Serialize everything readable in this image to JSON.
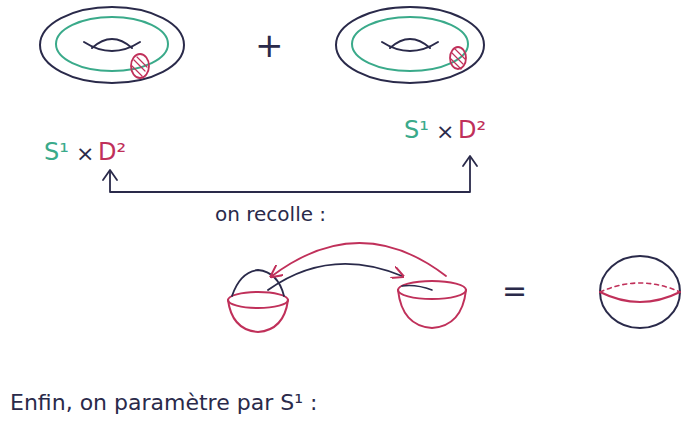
{
  "diagram": {
    "labels": [
      "+",
      "S¹",
      "×",
      "D²",
      "S¹",
      "×",
      "D²",
      "on recolle :",
      "=",
      "Enfin, on paramètre par S¹ :"
    ]
  }
}
